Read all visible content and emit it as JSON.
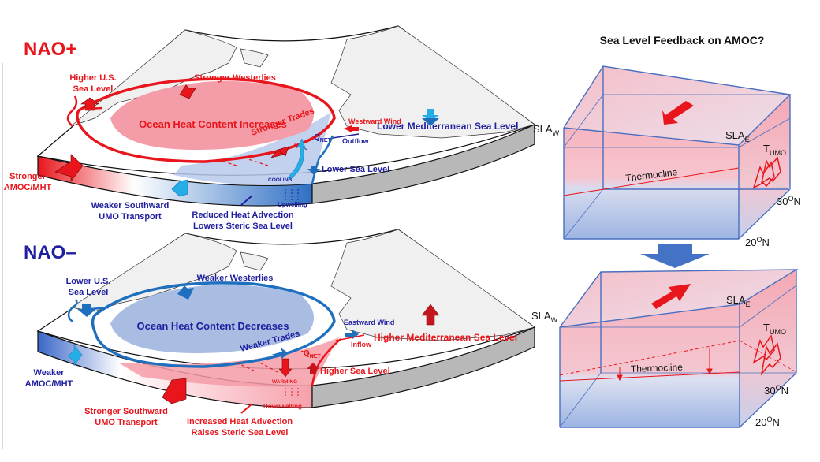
{
  "panels": {
    "nao_plus": {
      "label": "NAO+",
      "color": "#e8161c",
      "labels": {
        "higher_us_sea_level_1": "Higher U.S.",
        "higher_us_sea_level_2": "Sea Level",
        "westerlies": "Stronger Westerlies",
        "heat_content": "Ocean Heat Content Increases",
        "trades": "Stronger Trades",
        "westward_wind": "Westward Wind",
        "outflow": "Outflow",
        "mediterranean": "Lower Mediterranean Sea Level",
        "qnet": "Q",
        "qnet_sub": "NET",
        "lower_sea_level": "Lower Sea Level",
        "cooling": "COOLING",
        "upwelling": "Upwelling",
        "amoc_1": "Stronger",
        "amoc_2": "AMOC/MHT",
        "umo_1": "Weaker Southward",
        "umo_2": "UMO Transport",
        "advection_1": "Reduced Heat Advection",
        "advection_2": "Lowers Steric Sea Level"
      }
    },
    "nao_minus": {
      "label": "NAO–",
      "color": "#1f1fa0",
      "labels": {
        "lower_us_sea_level_1": "Lower U.S.",
        "lower_us_sea_level_2": "Sea Level",
        "westerlies": "Weaker Westerlies",
        "heat_content": "Ocean Heat Content Decreases",
        "trades": "Weaker Trades",
        "eastward_wind": "Eastward Wind",
        "inflow": "Inflow",
        "mediterranean": "Higher Mediterranean Sea Level",
        "qnet": "Q",
        "qnet_sub": "NET",
        "higher_sea_level": "Higher Sea Level",
        "warming": "WARMING",
        "downwelling": "Downwelling",
        "amoc_1": "Weaker",
        "amoc_2": "AMOC/MHT",
        "umo_1": "Stronger Southward",
        "umo_2": "UMO Transport",
        "advection_1": "Increased Heat Advection",
        "advection_2": "Raises Steric Sea Level"
      }
    }
  },
  "feedback": {
    "title": "Sea Level Feedback on AMOC?",
    "top_box": {
      "sla_w": "SLA",
      "sla_w_sub": "W",
      "sla_e": "SLA",
      "sla_e_sub": "E",
      "t_umo": "T",
      "t_umo_sub": "UMO",
      "thermocline": "Thermocline",
      "lat_30": "30",
      "lat_20": "20",
      "lat_sup": "O",
      "lat_suffix": "N"
    },
    "bottom_box": {
      "sla_w": "SLA",
      "sla_w_sub": "W",
      "sla_e": "SLA",
      "sla_e_sub": "E",
      "t_umo": "T",
      "t_umo_sub": "UMO",
      "thermocline": "Thermocline",
      "lat_30": "30",
      "lat_20": "20",
      "lat_sup": "O",
      "lat_suffix": "N"
    }
  },
  "colors": {
    "nao_plus_red": "#e8161c",
    "nao_minus_blue": "#1f1fa0",
    "warm_pink": "#f4a3ae",
    "cool_blue": "#a9bde3",
    "arrow_blue": "#1f6fbf",
    "cyan_arrow": "#25aee6",
    "land_gray": "#f2f2f2",
    "slab_gray": "#b5b5b5",
    "box_edge": "#4a6fc0"
  }
}
